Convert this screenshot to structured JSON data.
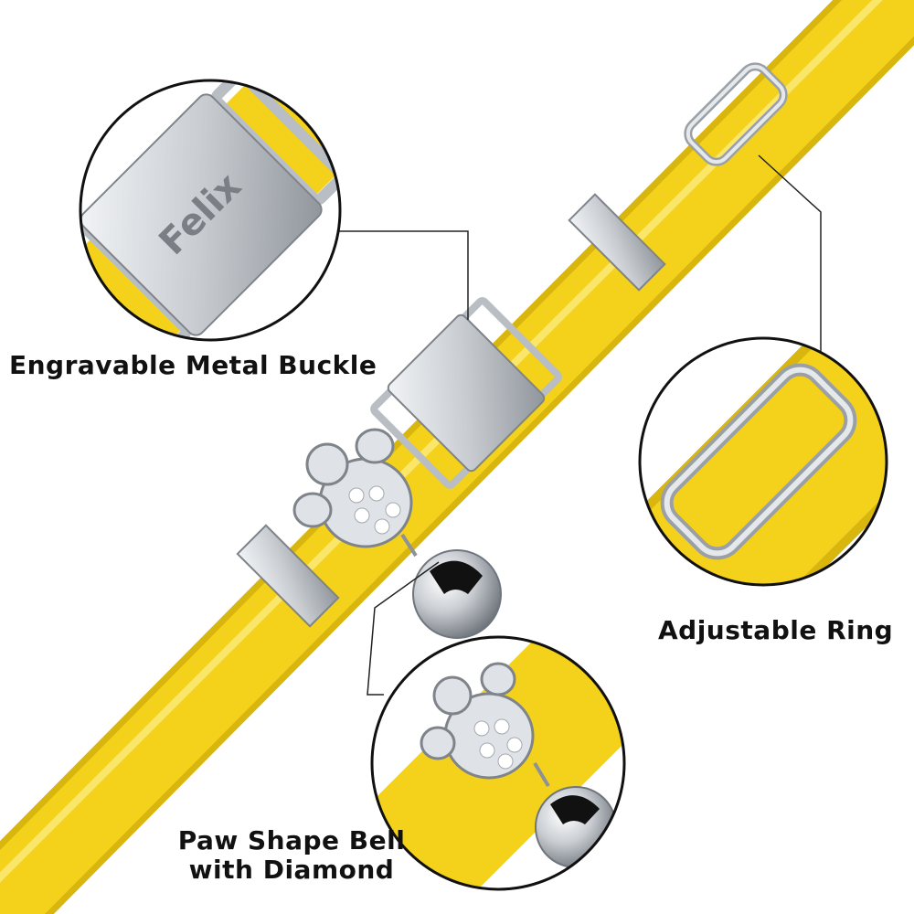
{
  "engraving": "Felix",
  "callouts": {
    "buckle": "Engravable Metal Buckle",
    "ring": "Adjustable Ring",
    "bell_line1": "Paw Shape Bell",
    "bell_line2": "with Diamond"
  },
  "colors": {
    "strap": "#f4d21c",
    "strap_shade": "#d9b60e",
    "metal": "#cfd3d7",
    "metal_dark": "#8d9298",
    "text": "#111111"
  }
}
